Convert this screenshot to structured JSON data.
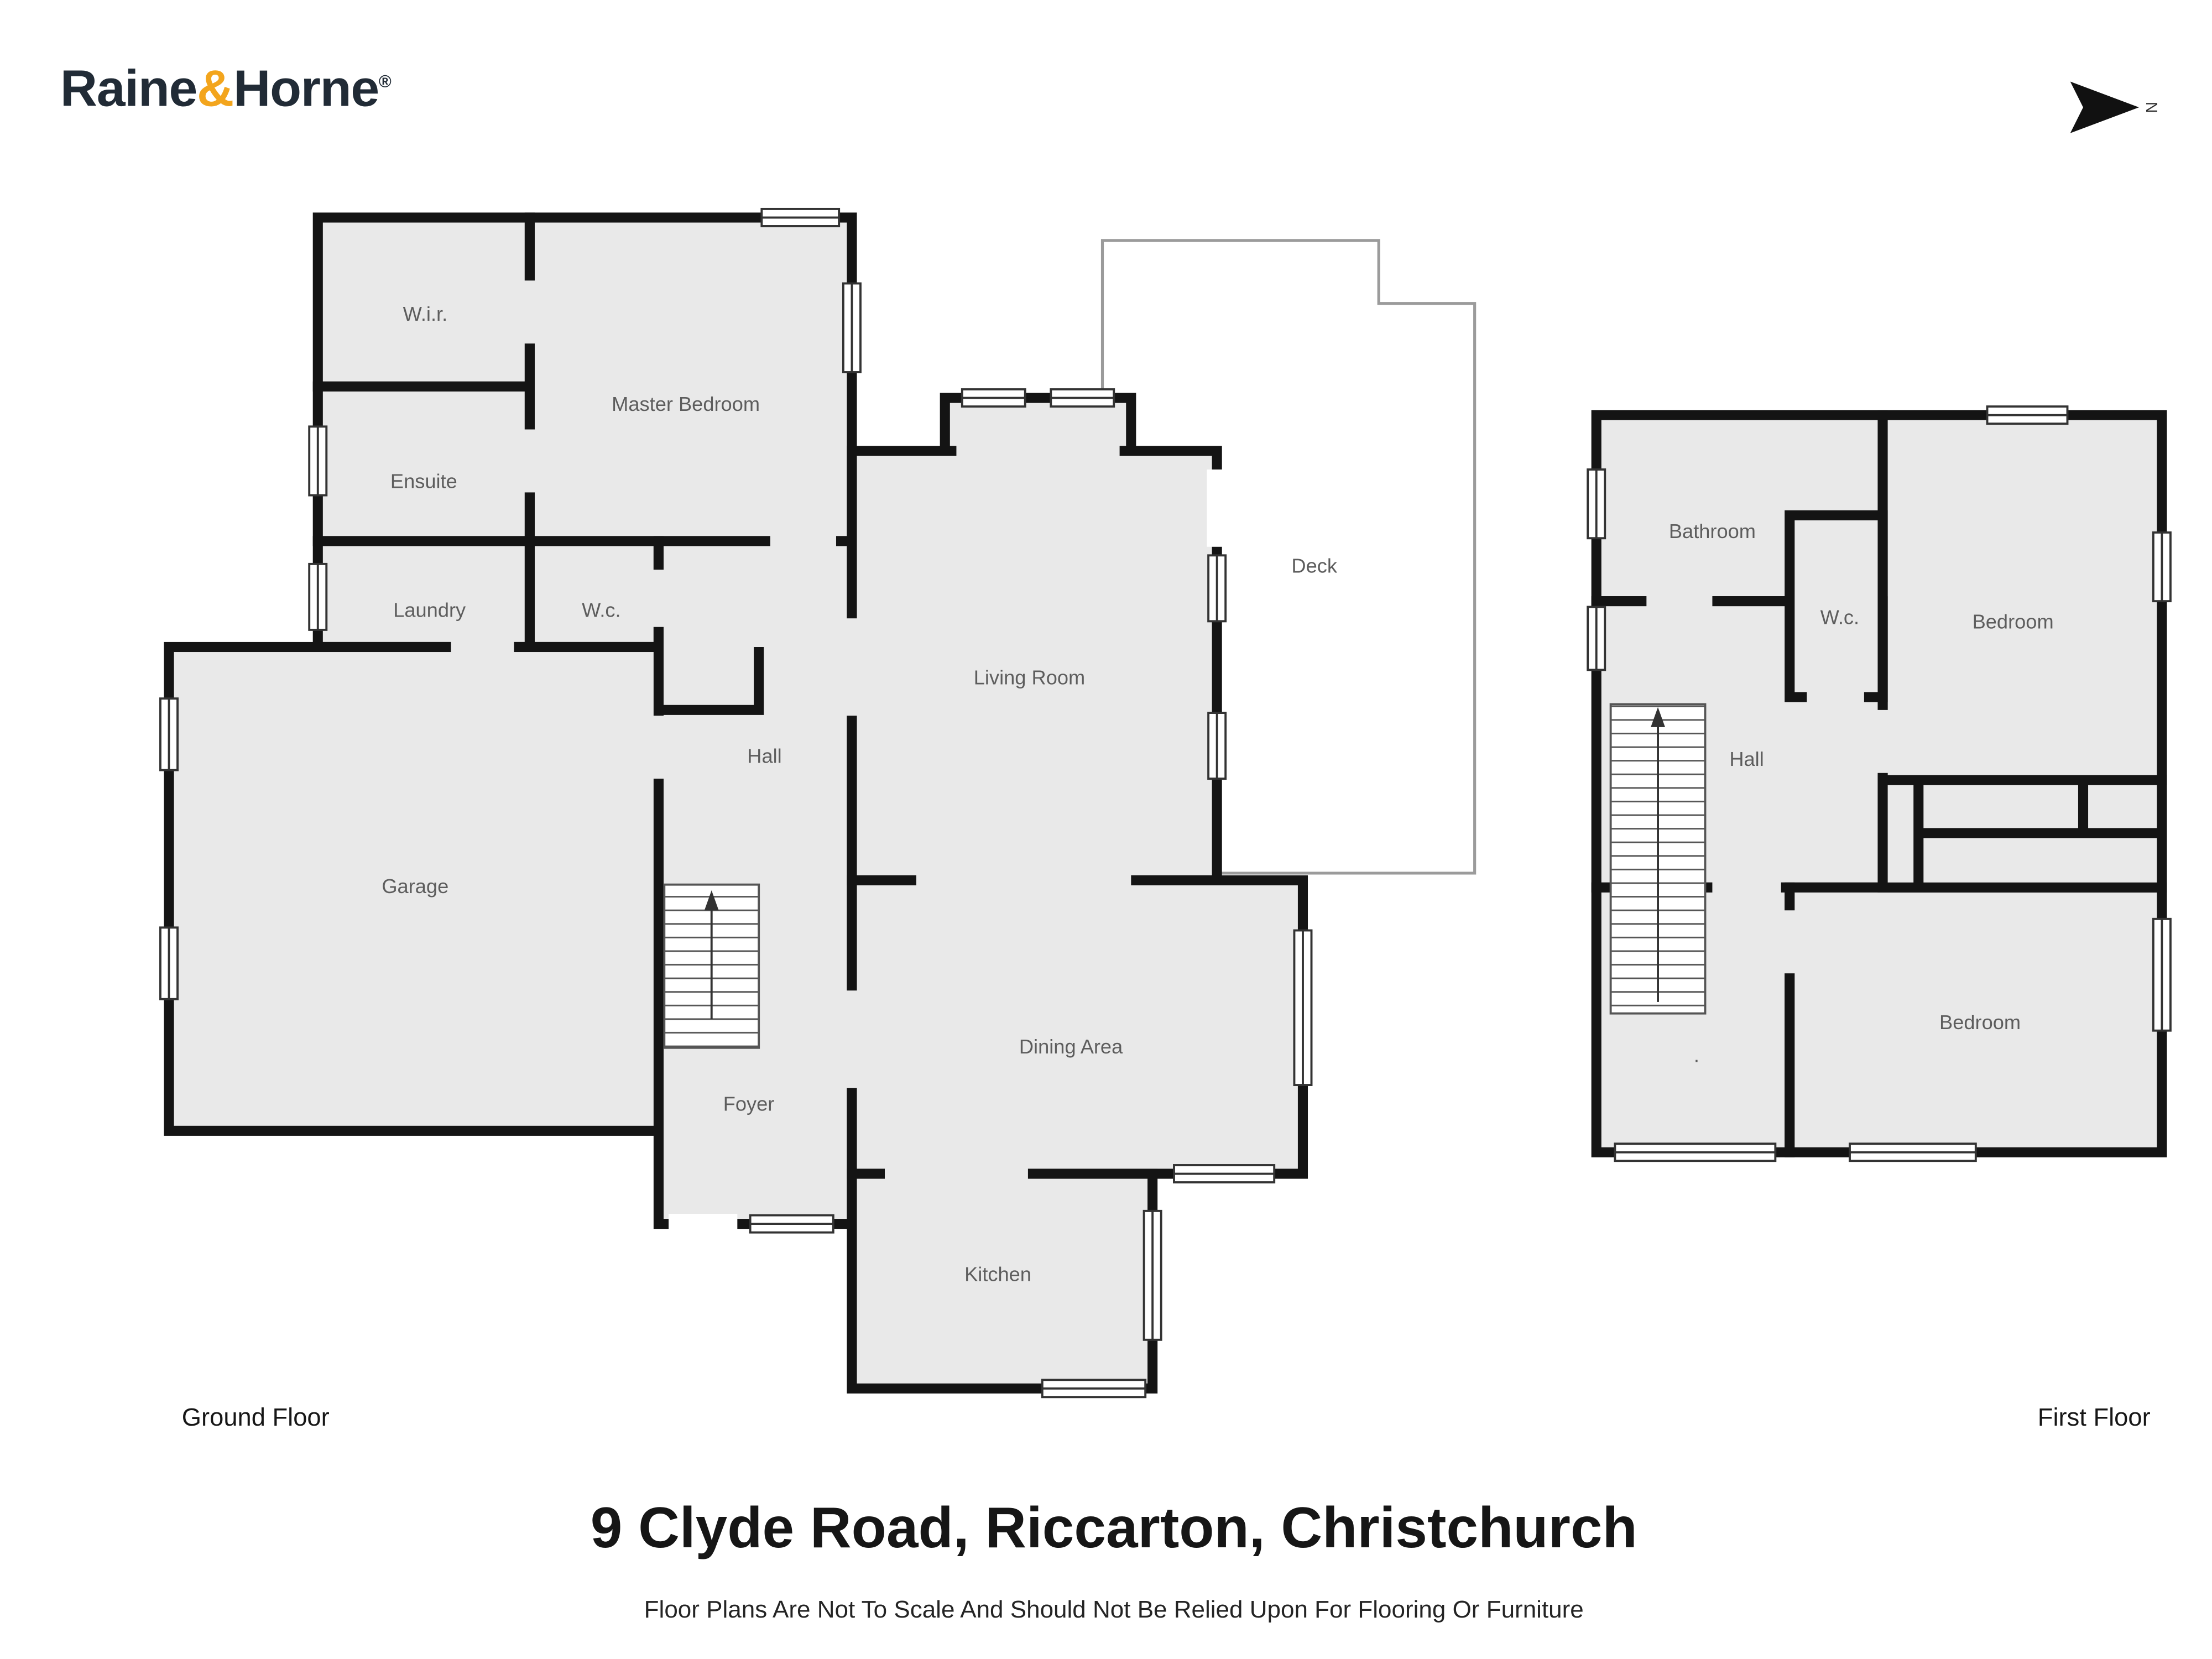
{
  "brand": {
    "logo_part1": "Raine",
    "logo_amp": "&",
    "logo_part2": "Horne",
    "logo_registered": "®"
  },
  "compass": {
    "north_label": "N"
  },
  "floors": {
    "ground": {
      "caption": "Ground Floor",
      "rooms": {
        "wir": "W.i.r.",
        "ensuite": "Ensuite",
        "master_bedroom": "Master Bedroom",
        "laundry": "Laundry",
        "wc": "W.c.",
        "hall": "Hall",
        "garage": "Garage",
        "living_room": "Living Room",
        "deck": "Deck",
        "dining_area": "Dining Area",
        "foyer": "Foyer",
        "kitchen": "Kitchen"
      }
    },
    "first": {
      "caption": "First Floor",
      "rooms": {
        "bathroom": "Bathroom",
        "wc": "W.c.",
        "bedroom_front": "Bedroom",
        "hall": "Hall",
        "bedroom_rear": "Bedroom",
        "landing_mark": "."
      }
    }
  },
  "footer": {
    "address_title": "9 Clyde Road, Riccarton, Christchurch",
    "disclaimer": "Floor Plans Are Not To Scale And Should Not Be Relied Upon For Flooring Or Furniture"
  },
  "colors": {
    "wall": "#141414",
    "room_fill": "#e9e9e9",
    "label": "#5d5d5d",
    "logo_text": "#212b36",
    "logo_amp": "#f3a51d",
    "deck_outline": "#9b9b9b",
    "text_dark": "#161616"
  }
}
